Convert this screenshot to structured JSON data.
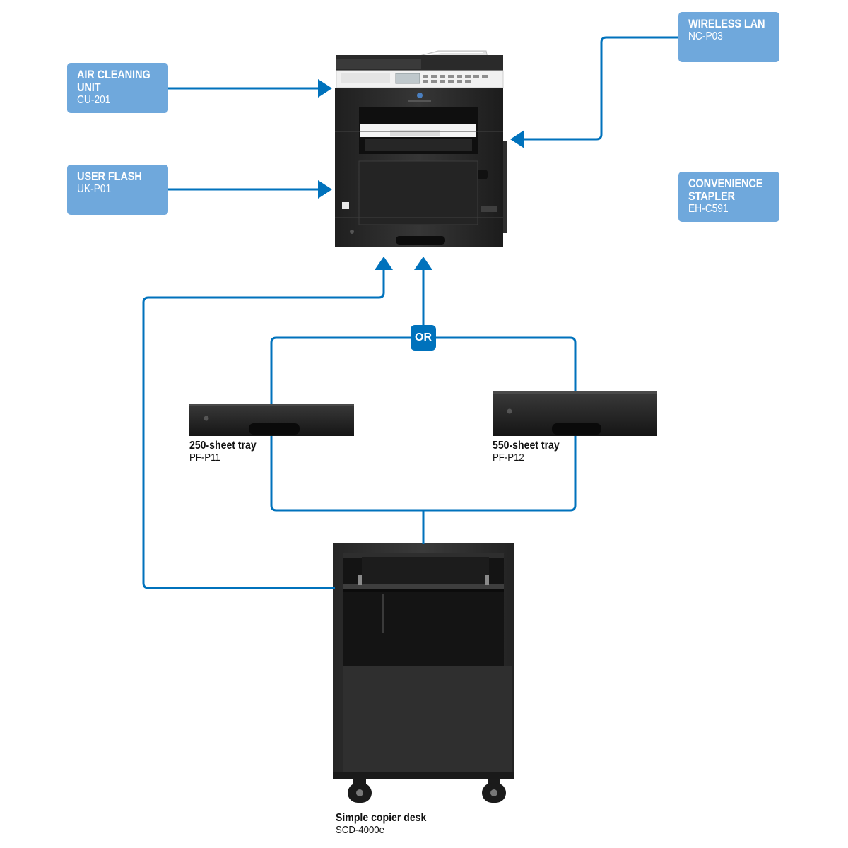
{
  "colors": {
    "connector": "#0072bc",
    "option_box": "#6fa8dc",
    "device_body": "#2b2b2b"
  },
  "options": {
    "air_cleaning": {
      "title": "AIR CLEANING\nUNIT",
      "code": "CU-201"
    },
    "user_flash": {
      "title": "USER FLASH",
      "code": "UK-P01"
    },
    "wireless_lan": {
      "title": "WIRELESS LAN",
      "code": "NC-P03"
    },
    "stapler": {
      "title": "CONVENIENCE\nSTAPLER",
      "code": "EH-C591"
    }
  },
  "or_label": "OR",
  "trays": {
    "tray_250": {
      "title": "250-sheet tray",
      "code": "PF-P11"
    },
    "tray_550": {
      "title": "550-sheet tray",
      "code": "PF-P12"
    }
  },
  "desk": {
    "title": "Simple copier desk",
    "code": "SCD-4000e"
  }
}
